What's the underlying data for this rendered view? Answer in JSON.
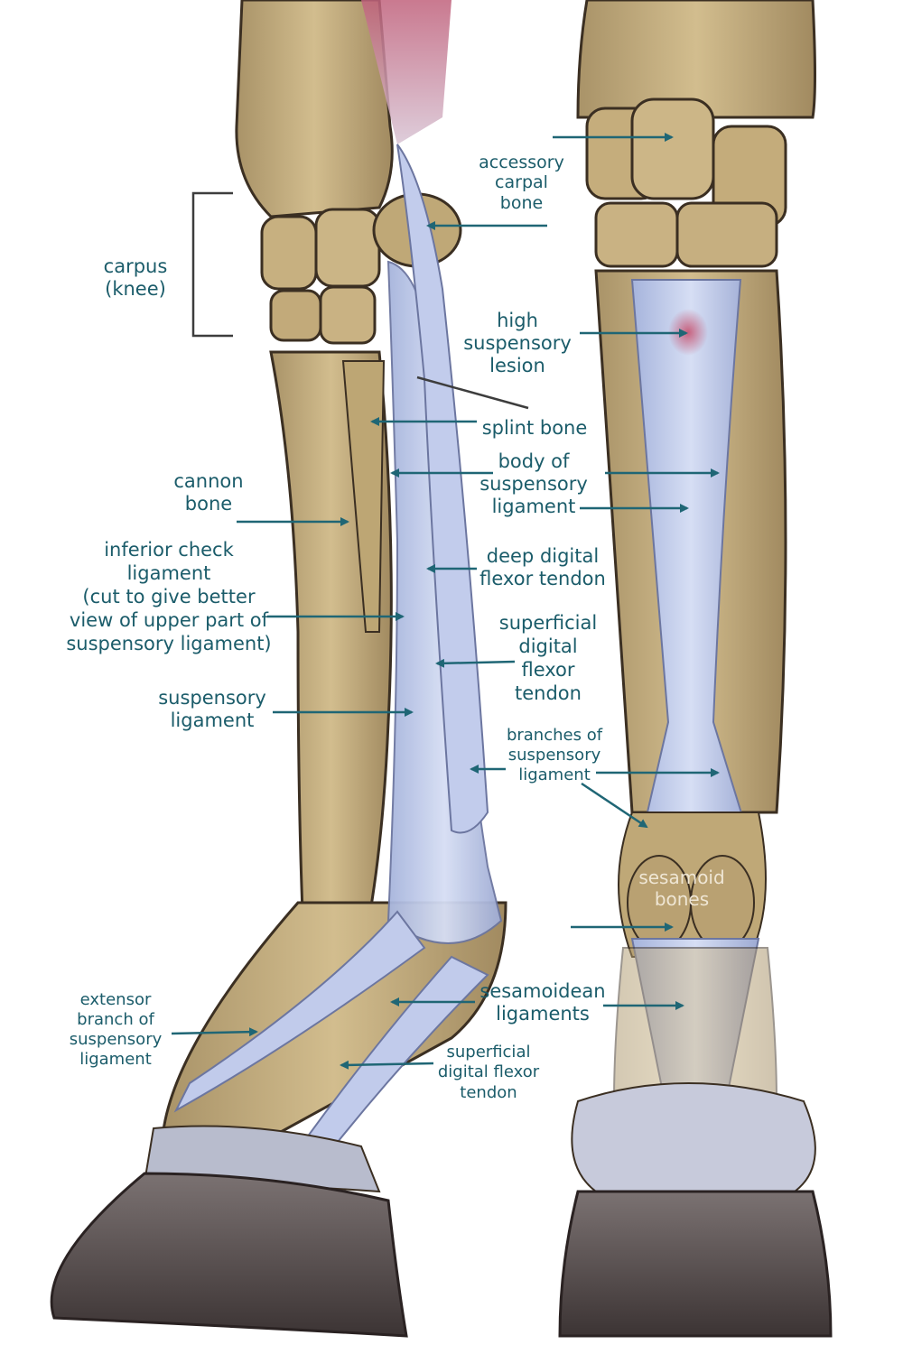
{
  "colors": {
    "label": "#1b5c6a",
    "label_on_bone": "#efe6d4",
    "arrow": "#1f6675",
    "bone": "#c9b384",
    "ligament": "#b3c0e4",
    "hoof": "#5a5050",
    "muscle": "#c9788e"
  },
  "labels": {
    "accessory_carpal_bone": [
      "accessory",
      "carpal",
      "bone"
    ],
    "carpus_knee": [
      "carpus",
      "(knee)"
    ],
    "high_suspensory_lesion": [
      "high",
      "suspensory",
      "lesion"
    ],
    "splint_bone": [
      "splint bone"
    ],
    "body_of_suspensory_ligament": [
      "body of",
      "suspensory",
      "ligament"
    ],
    "cannon_bone": [
      "cannon",
      "bone"
    ],
    "inferior_check_ligament": [
      "inferior check",
      "ligament",
      "(cut to give better",
      "view of upper part of",
      "suspensory ligament)"
    ],
    "deep_digital_flexor_tendon": [
      "deep digital",
      "flexor tendon"
    ],
    "superficial_digital_flexor_tendon_upper": [
      "superficial",
      "digital",
      "flexor",
      "tendon"
    ],
    "suspensory_ligament": [
      "suspensory",
      "ligament"
    ],
    "branches_of_suspensory_ligament": [
      "branches of",
      "suspensory",
      "ligament"
    ],
    "sesamoid_bones": [
      "sesamoid",
      "bones"
    ],
    "extensor_branch": [
      "extensor",
      "branch of",
      "suspensory",
      "ligament"
    ],
    "sesamoidean_ligaments": [
      "sesamoidean",
      "ligaments"
    ],
    "superficial_digital_flexor_tendon_lower": [
      "superficial",
      "digital flexor",
      "tendon"
    ]
  }
}
